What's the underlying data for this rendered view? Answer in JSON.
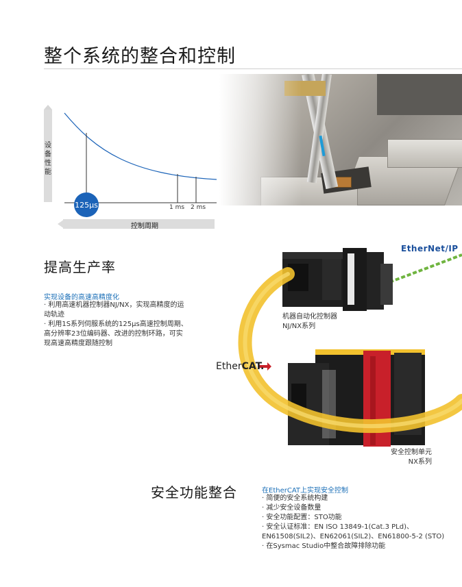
{
  "page": {
    "title": "整个系统的整合和控制"
  },
  "chart": {
    "y_label": "设备性能",
    "x_label": "控制周期",
    "marker_main": "125µs",
    "marker_1": "1 ms",
    "marker_2": "2 ms"
  },
  "chart_data": {
    "type": "line",
    "title": "",
    "xlabel": "控制周期",
    "ylabel": "设备性能",
    "annotations": [
      "125µs",
      "1 ms",
      "2 ms"
    ]
  },
  "productivity": {
    "heading": "提高生产率",
    "subheading": "实现设备的高速高精度化",
    "lines": [
      "· 利用高速机器控制器NJ/NX，实现高精度的运",
      "   动轨迹",
      "· 利用1S系列伺服系统的125µs高速控制周期、",
      "   高分辨率23位编码器、改进的控制环路，可实",
      "   现高速高精度跟随控制"
    ]
  },
  "network": {
    "ethernetip": "EtherNet/IP",
    "ethercat_prefix": "Ether",
    "ethercat_suffix": "CAT."
  },
  "captions": {
    "controller_line1": "机器自动化控制器",
    "controller_line2": "NJ/NX系列",
    "safety_line1": "安全控制单元",
    "safety_line2": "NX系列"
  },
  "safety": {
    "heading": "安全功能整合",
    "subheading": "在EtherCAT上实现安全控制",
    "lines": [
      "· 简便的安全系统构建",
      "· 减少安全设备数量",
      "· 安全功能配置：STO功能",
      "· 安全认证标准：EN ISO 13849-1(Cat.3 PLd)、",
      "   EN61508(SIL2)、EN62061(SIL2)、EN61800-5-2 (STO)",
      "· 在Sysmac Studio中整合故障排除功能"
    ]
  },
  "colors": {
    "accent_blue": "#1b63b8",
    "cable_yellow": "#f2c12e",
    "cable_green": "#6fb43f",
    "safety_red": "#c8202a"
  }
}
